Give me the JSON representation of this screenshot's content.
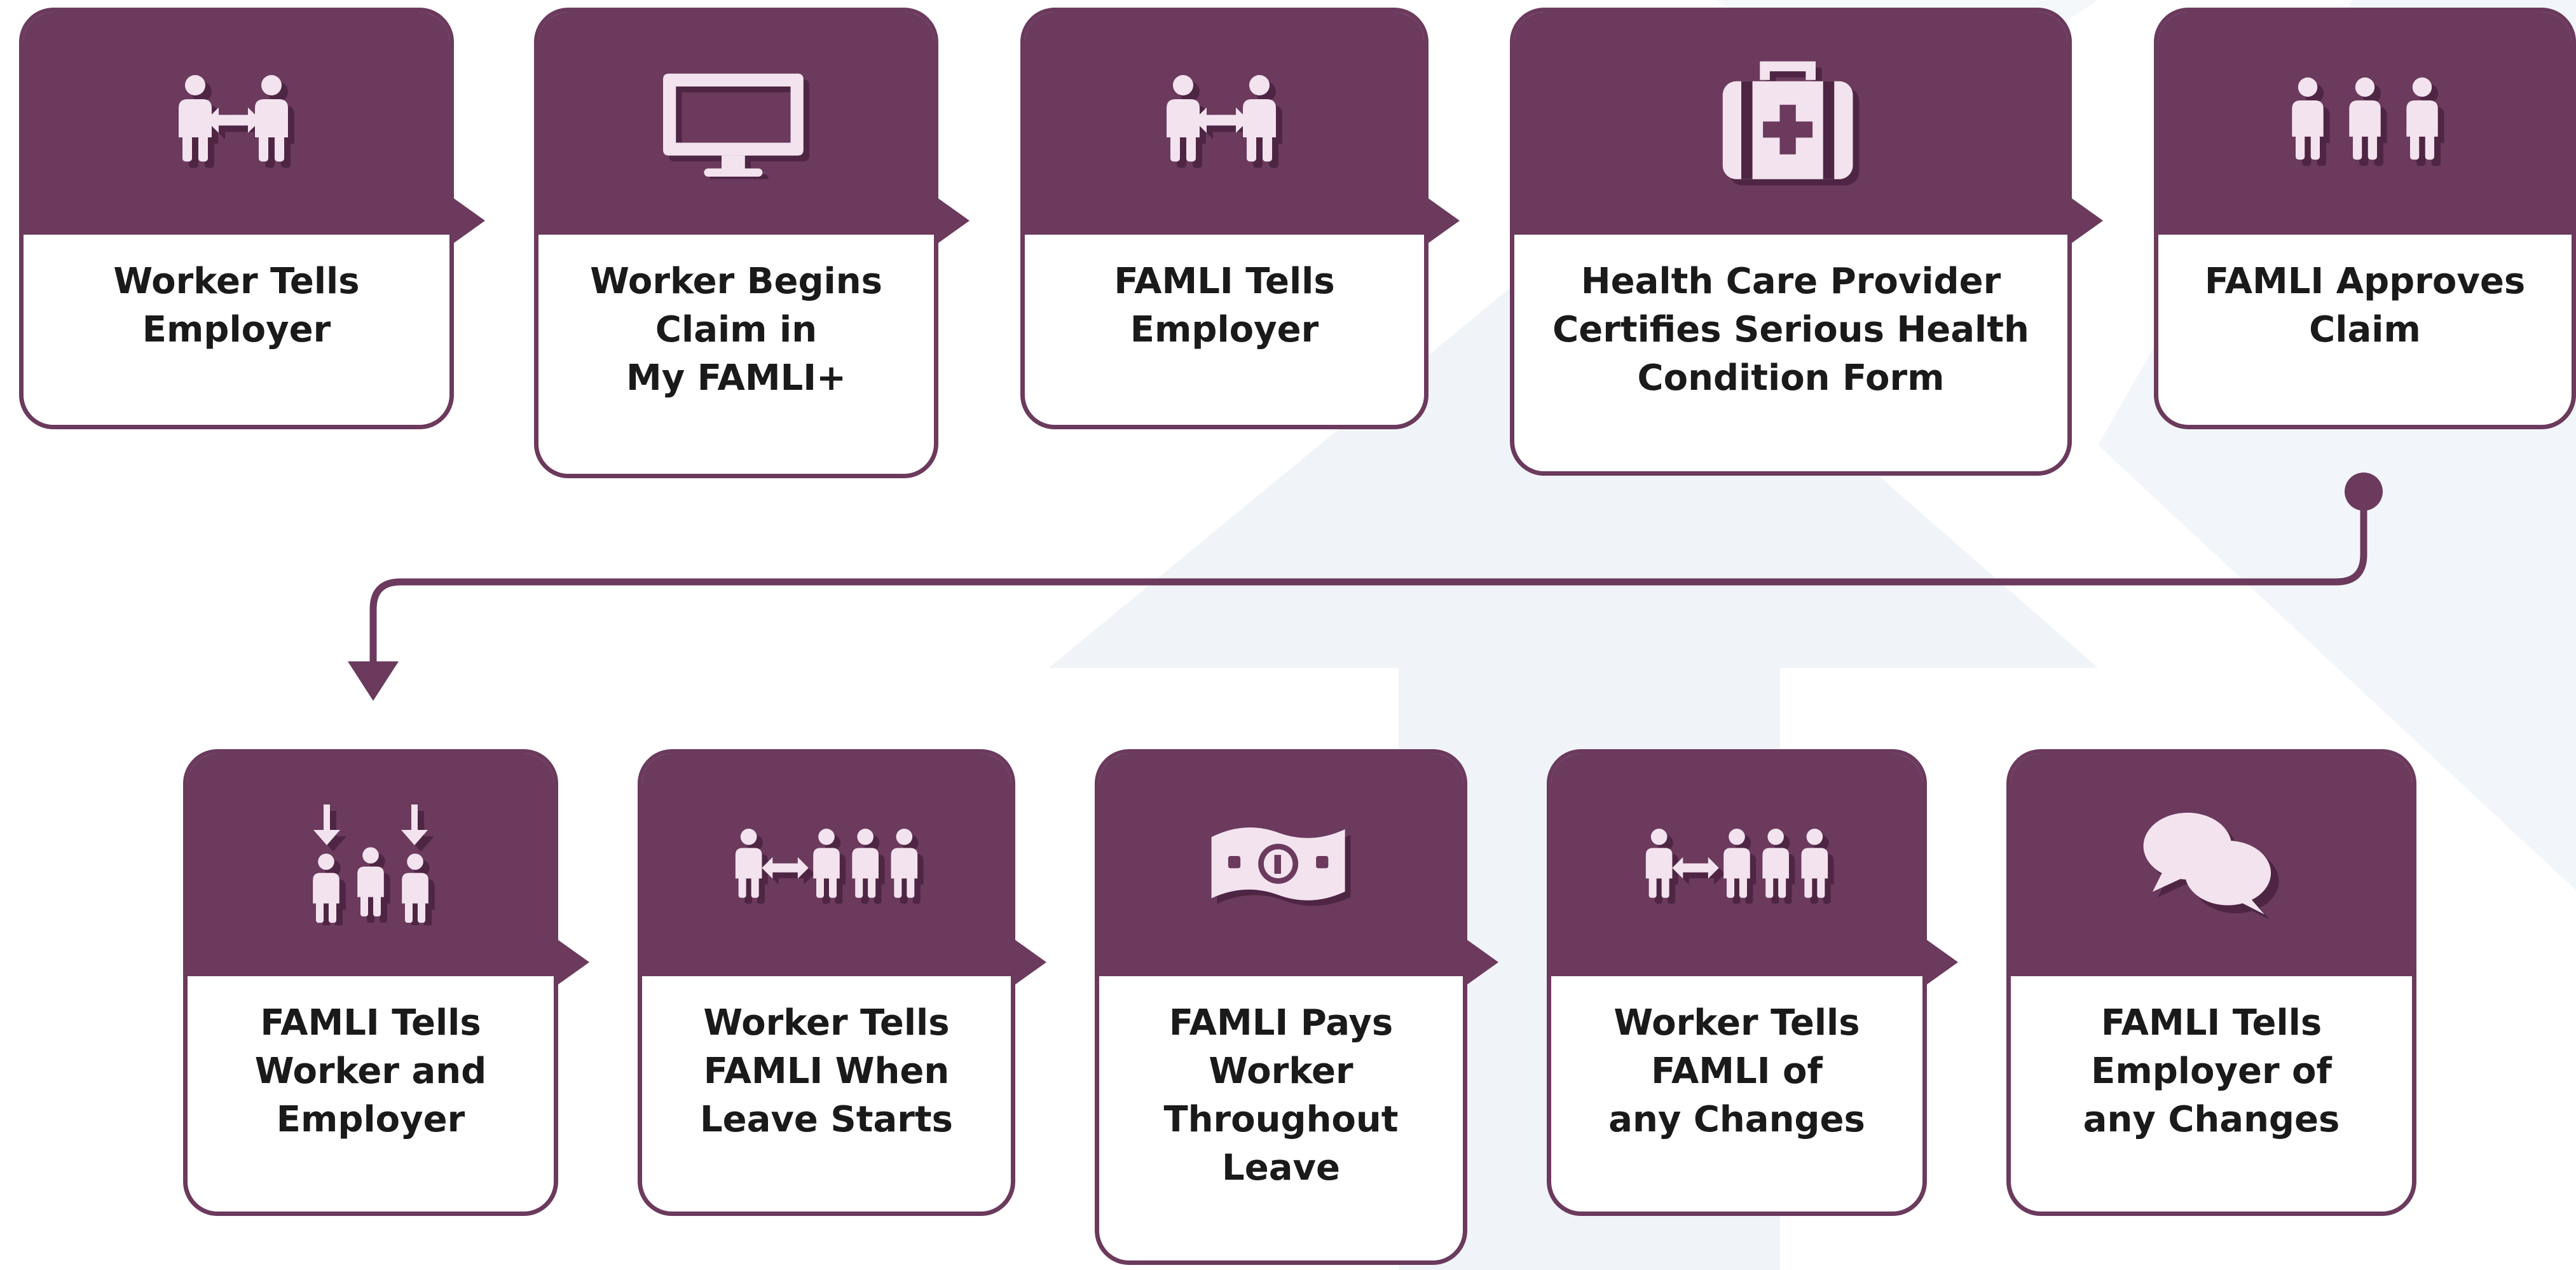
{
  "colors": {
    "primary": "#6b3a5d",
    "icon_fill": "#f3e3ee",
    "icon_shadow": "#4e2644",
    "watermark": "#e9f0f7"
  },
  "rows": [
    {
      "steps": [
        {
          "icon": "two-people-exchange-icon",
          "label": "Worker Tells\nEmployer"
        },
        {
          "icon": "computer-monitor-icon",
          "label": "Worker Begins\nClaim in\nMy FAMLI+"
        },
        {
          "icon": "two-people-exchange-icon",
          "label": "FAMLI Tells\nEmployer"
        },
        {
          "icon": "medical-bag-icon",
          "label": "Health Care Provider\nCertifies Serious Health\nCondition Form"
        },
        {
          "icon": "group-of-three-icon",
          "label": "FAMLI Approves\nClaim"
        }
      ]
    },
    {
      "steps": [
        {
          "icon": "family-arrows-down-icon",
          "label": "FAMLI Tells\nWorker and\nEmployer"
        },
        {
          "icon": "person-to-group-exchange-icon",
          "label": "Worker Tells\nFAMLI When\nLeave Starts"
        },
        {
          "icon": "money-bill-icon",
          "label": "FAMLI Pays\nWorker\nThroughout\nLeave"
        },
        {
          "icon": "person-to-group-exchange-icon",
          "label": "Worker Tells\nFAMLI of\nany Changes"
        },
        {
          "icon": "speech-bubbles-icon",
          "label": "FAMLI Tells\nEmployer of\nany Changes"
        }
      ]
    }
  ]
}
